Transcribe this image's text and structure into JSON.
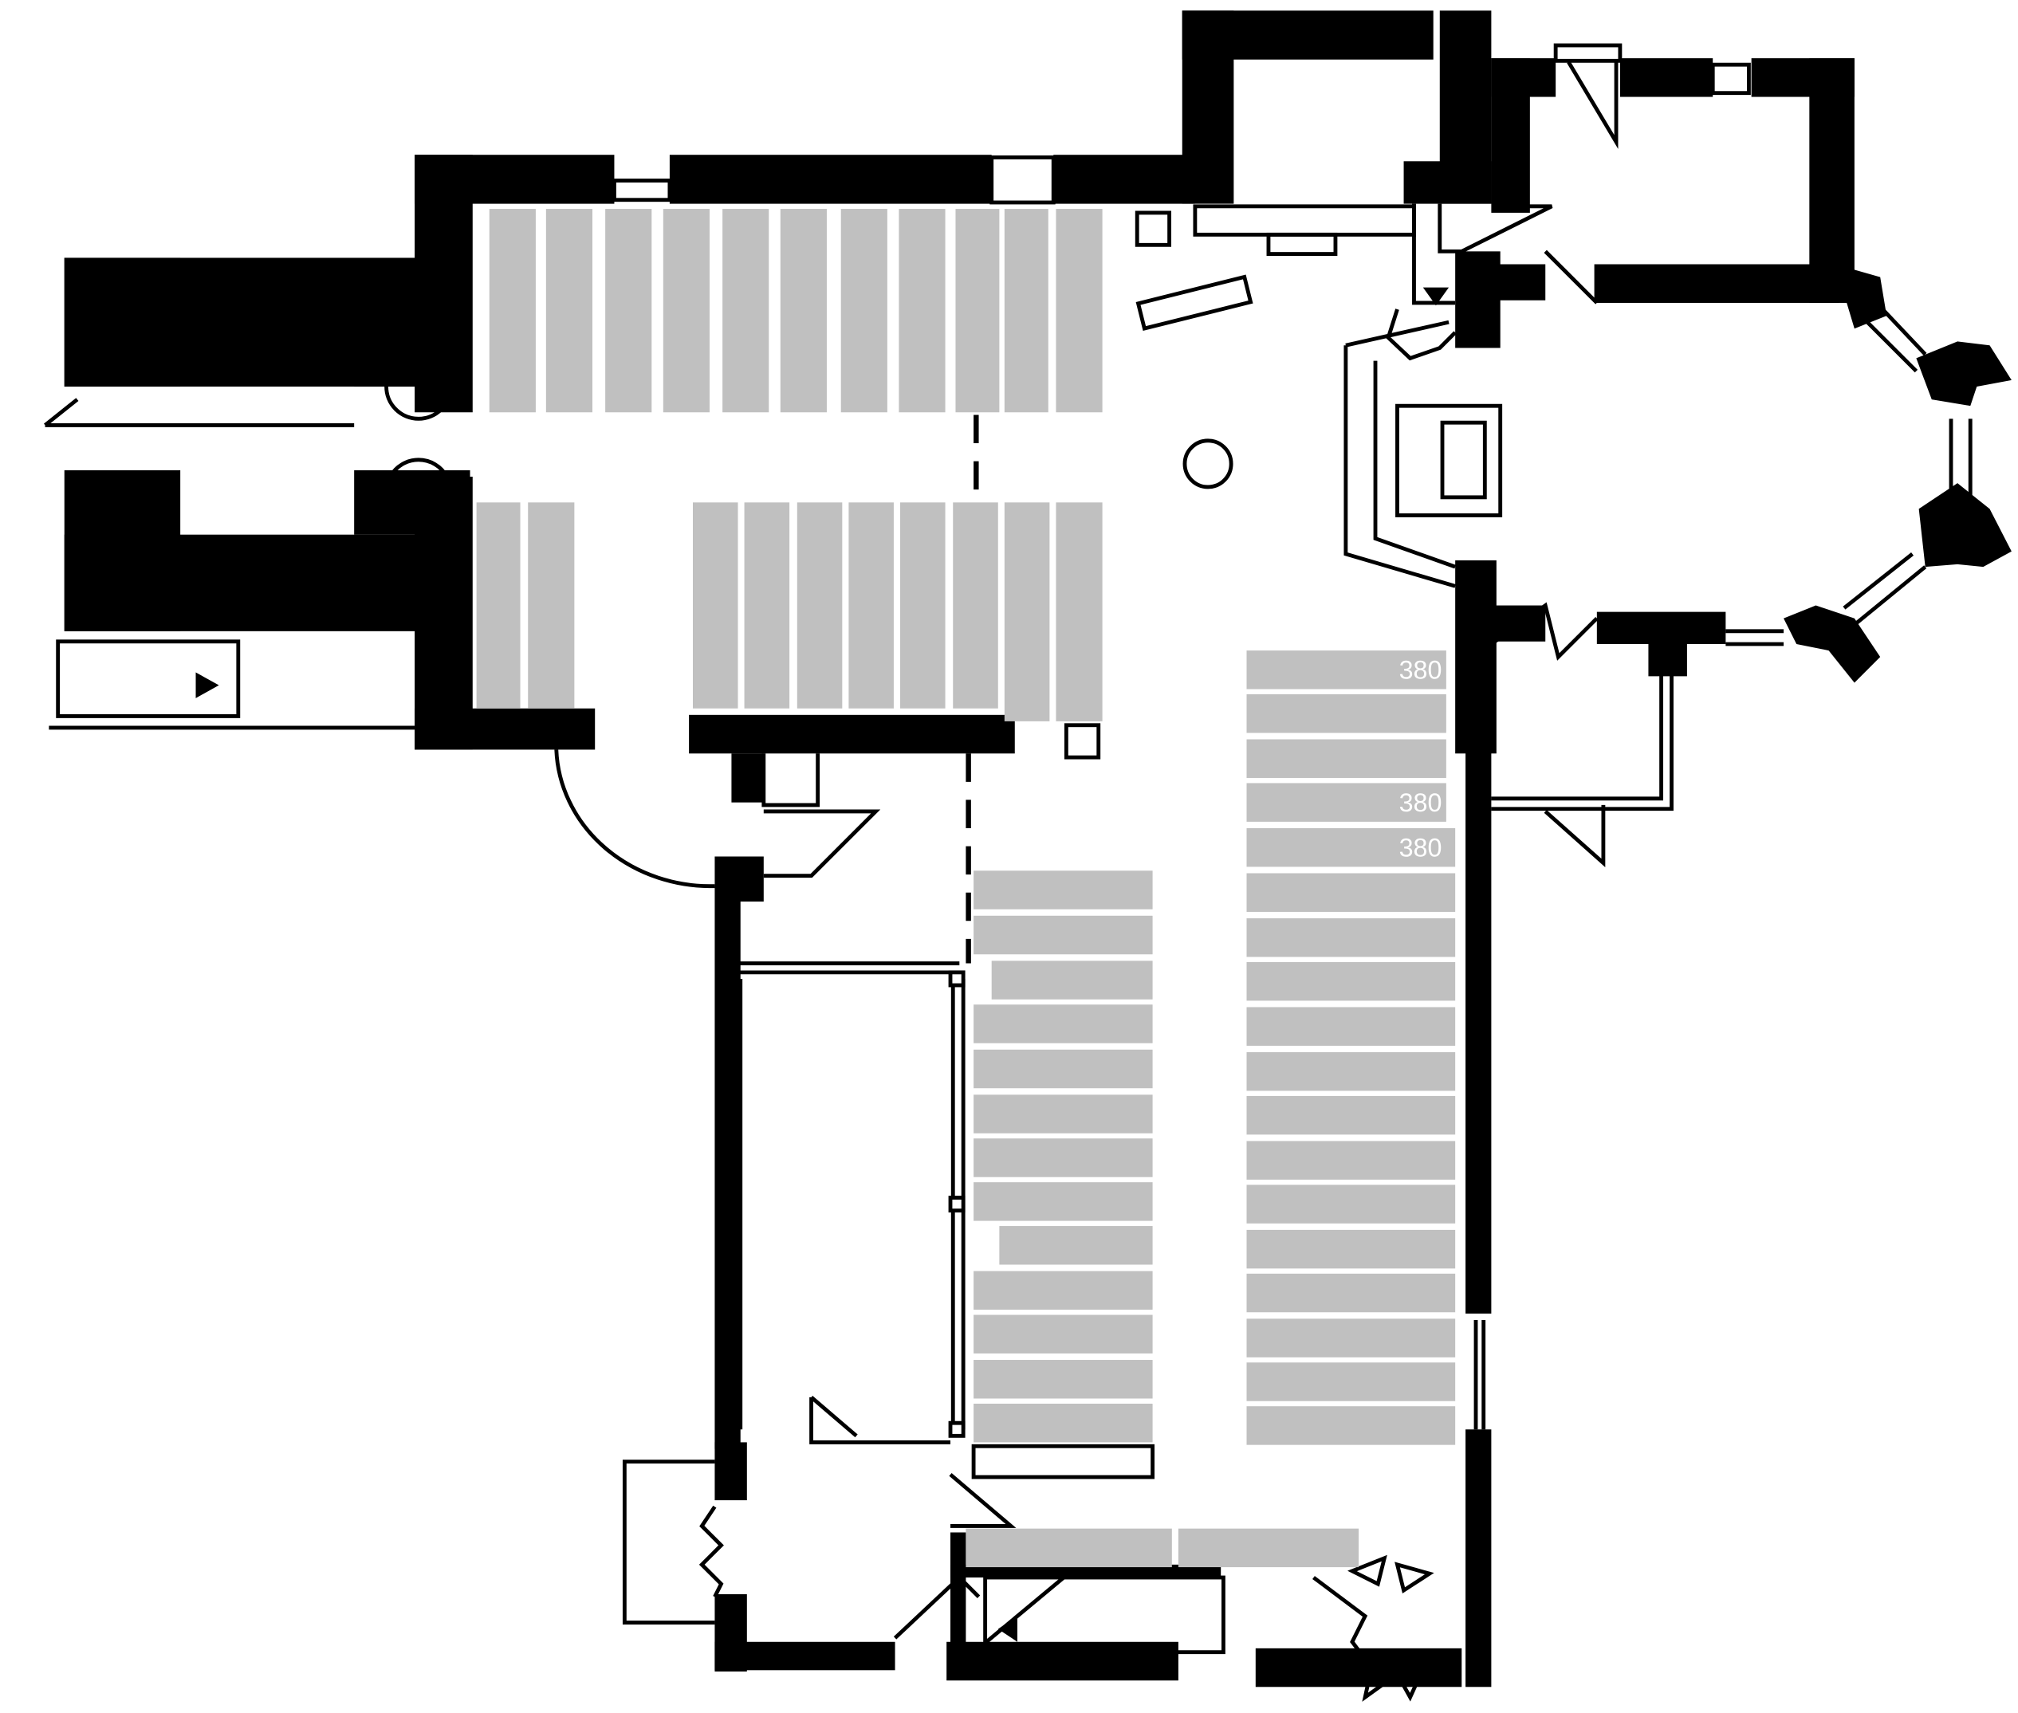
{
  "plan": {
    "pew_labels": [
      "380",
      "380",
      "380"
    ]
  },
  "colors": {
    "wall": "#000000",
    "pew": "#c0c0c0",
    "background": "#ffffff",
    "label_text": "#ffffff"
  },
  "icons": [
    "arrow-right-icon",
    "arrow-down-icon",
    "arrow-left-icon"
  ]
}
